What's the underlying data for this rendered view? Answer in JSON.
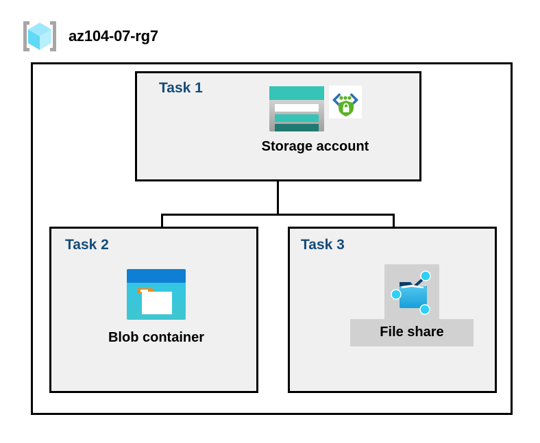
{
  "diagram": {
    "resource_group": {
      "name": "az104-07-rg7",
      "icon": "resource-group-cube-icon"
    },
    "tasks": [
      {
        "id": "task1",
        "label": "Task 1",
        "node_caption": "Storage account",
        "icons": [
          "storage-account-icon",
          "secure-endpoint-shield-icon"
        ]
      },
      {
        "id": "task2",
        "label": "Task 2",
        "node_caption": "Blob container",
        "icons": [
          "blob-container-icon"
        ]
      },
      {
        "id": "task3",
        "label": "Task 3",
        "node_caption": "File share",
        "icons": [
          "file-share-icon"
        ]
      }
    ],
    "colors": {
      "task_label": "#144b78",
      "box_fill": "#f0f0f0",
      "box_border": "#000000",
      "canvas": "#ffffff",
      "plate_gray": "#d1d1d1",
      "storage_teal": "#35c4b5",
      "storage_teal_dark": "#1f7a72",
      "blob_blue": "#0f7fd4",
      "blob_cyan": "#2fc5ec",
      "blob_tab_orange": "#f08a20",
      "fileshare_blue": "#2aaae2",
      "fileshare_navy": "#0a3d6b",
      "node_cyan": "#2fd0f5",
      "shield_green": "#5bb226",
      "cube_cyan": "#9fe8fb",
      "bracket_gray": "#a6a6a6"
    }
  }
}
